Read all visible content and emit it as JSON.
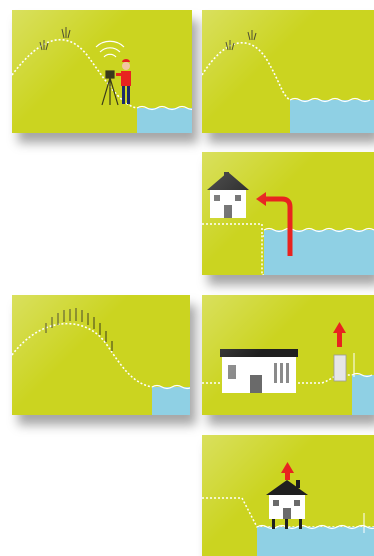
{
  "colors": {
    "panel_background": "#cbd420",
    "water": "#8fd0e4",
    "line": "#ffffff",
    "arrow": "#e8231f",
    "surveyor_clothing": "#e8231f",
    "house_roof": "#1f1f1f",
    "house_wall": "#ffffff"
  },
  "panels": [
    {
      "id": "1",
      "scene": "surveyor-on-hillside-with-wireless-instrument",
      "icons": [
        "surveyor-icon",
        "wifi-signal-icon",
        "tripod-icon"
      ]
    },
    {
      "id": "2",
      "scene": "hillside-and-water-baseline"
    },
    {
      "id": "3",
      "scene": "house-raised-with-water-rising",
      "icons": [
        "house-icon",
        "bent-arrow-icon"
      ]
    },
    {
      "id": "4",
      "scene": "hillside-with-tall-grass-and-water"
    },
    {
      "id": "5",
      "scene": "building-with-wall-and-upward-arrow",
      "icons": [
        "building-icon",
        "up-arrow-icon"
      ]
    },
    {
      "id": "6",
      "scene": "house-on-stilts-with-upward-arrow-over-water",
      "icons": [
        "house-icon",
        "up-arrow-icon"
      ]
    }
  ]
}
